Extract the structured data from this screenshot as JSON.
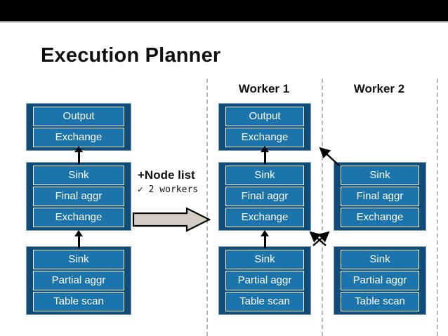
{
  "slide": {
    "title": "Execution Planner",
    "colors": {
      "group_frame": "#0f4c7a",
      "cell_fill": "#1b74ab",
      "cell_border": "#ffffff",
      "text_on_cell": "#ffffff",
      "title_text": "#111111",
      "divider": "#b9b9b9",
      "block_arrow_fill": "#d5cdc3",
      "block_arrow_stroke": "#000000",
      "top_bar": "#000000"
    }
  },
  "columns": {
    "logical": {
      "label": ""
    },
    "worker1": {
      "label": "Worker 1"
    },
    "worker2": {
      "label": "Worker 2"
    }
  },
  "annotation": {
    "plus_label": "+Node list",
    "check_label": "✓ 2 workers"
  },
  "plans": {
    "logical": [
      {
        "name": "output-group",
        "cells": [
          "Output",
          "Exchange"
        ]
      },
      {
        "name": "final-group",
        "cells": [
          "Sink",
          "Final aggr",
          "Exchange"
        ]
      },
      {
        "name": "partial-group",
        "cells": [
          "Sink",
          "Partial aggr",
          "Table scan"
        ]
      }
    ],
    "worker1": [
      {
        "name": "output-group",
        "cells": [
          "Output",
          "Exchange"
        ]
      },
      {
        "name": "final-group",
        "cells": [
          "Sink",
          "Final aggr",
          "Exchange"
        ]
      },
      {
        "name": "partial-group",
        "cells": [
          "Sink",
          "Partial aggr",
          "Table scan"
        ]
      }
    ],
    "worker2": [
      {
        "name": "final-group",
        "cells": [
          "Sink",
          "Final aggr",
          "Exchange"
        ]
      },
      {
        "name": "partial-group",
        "cells": [
          "Sink",
          "Partial aggr",
          "Table scan"
        ]
      }
    ]
  }
}
